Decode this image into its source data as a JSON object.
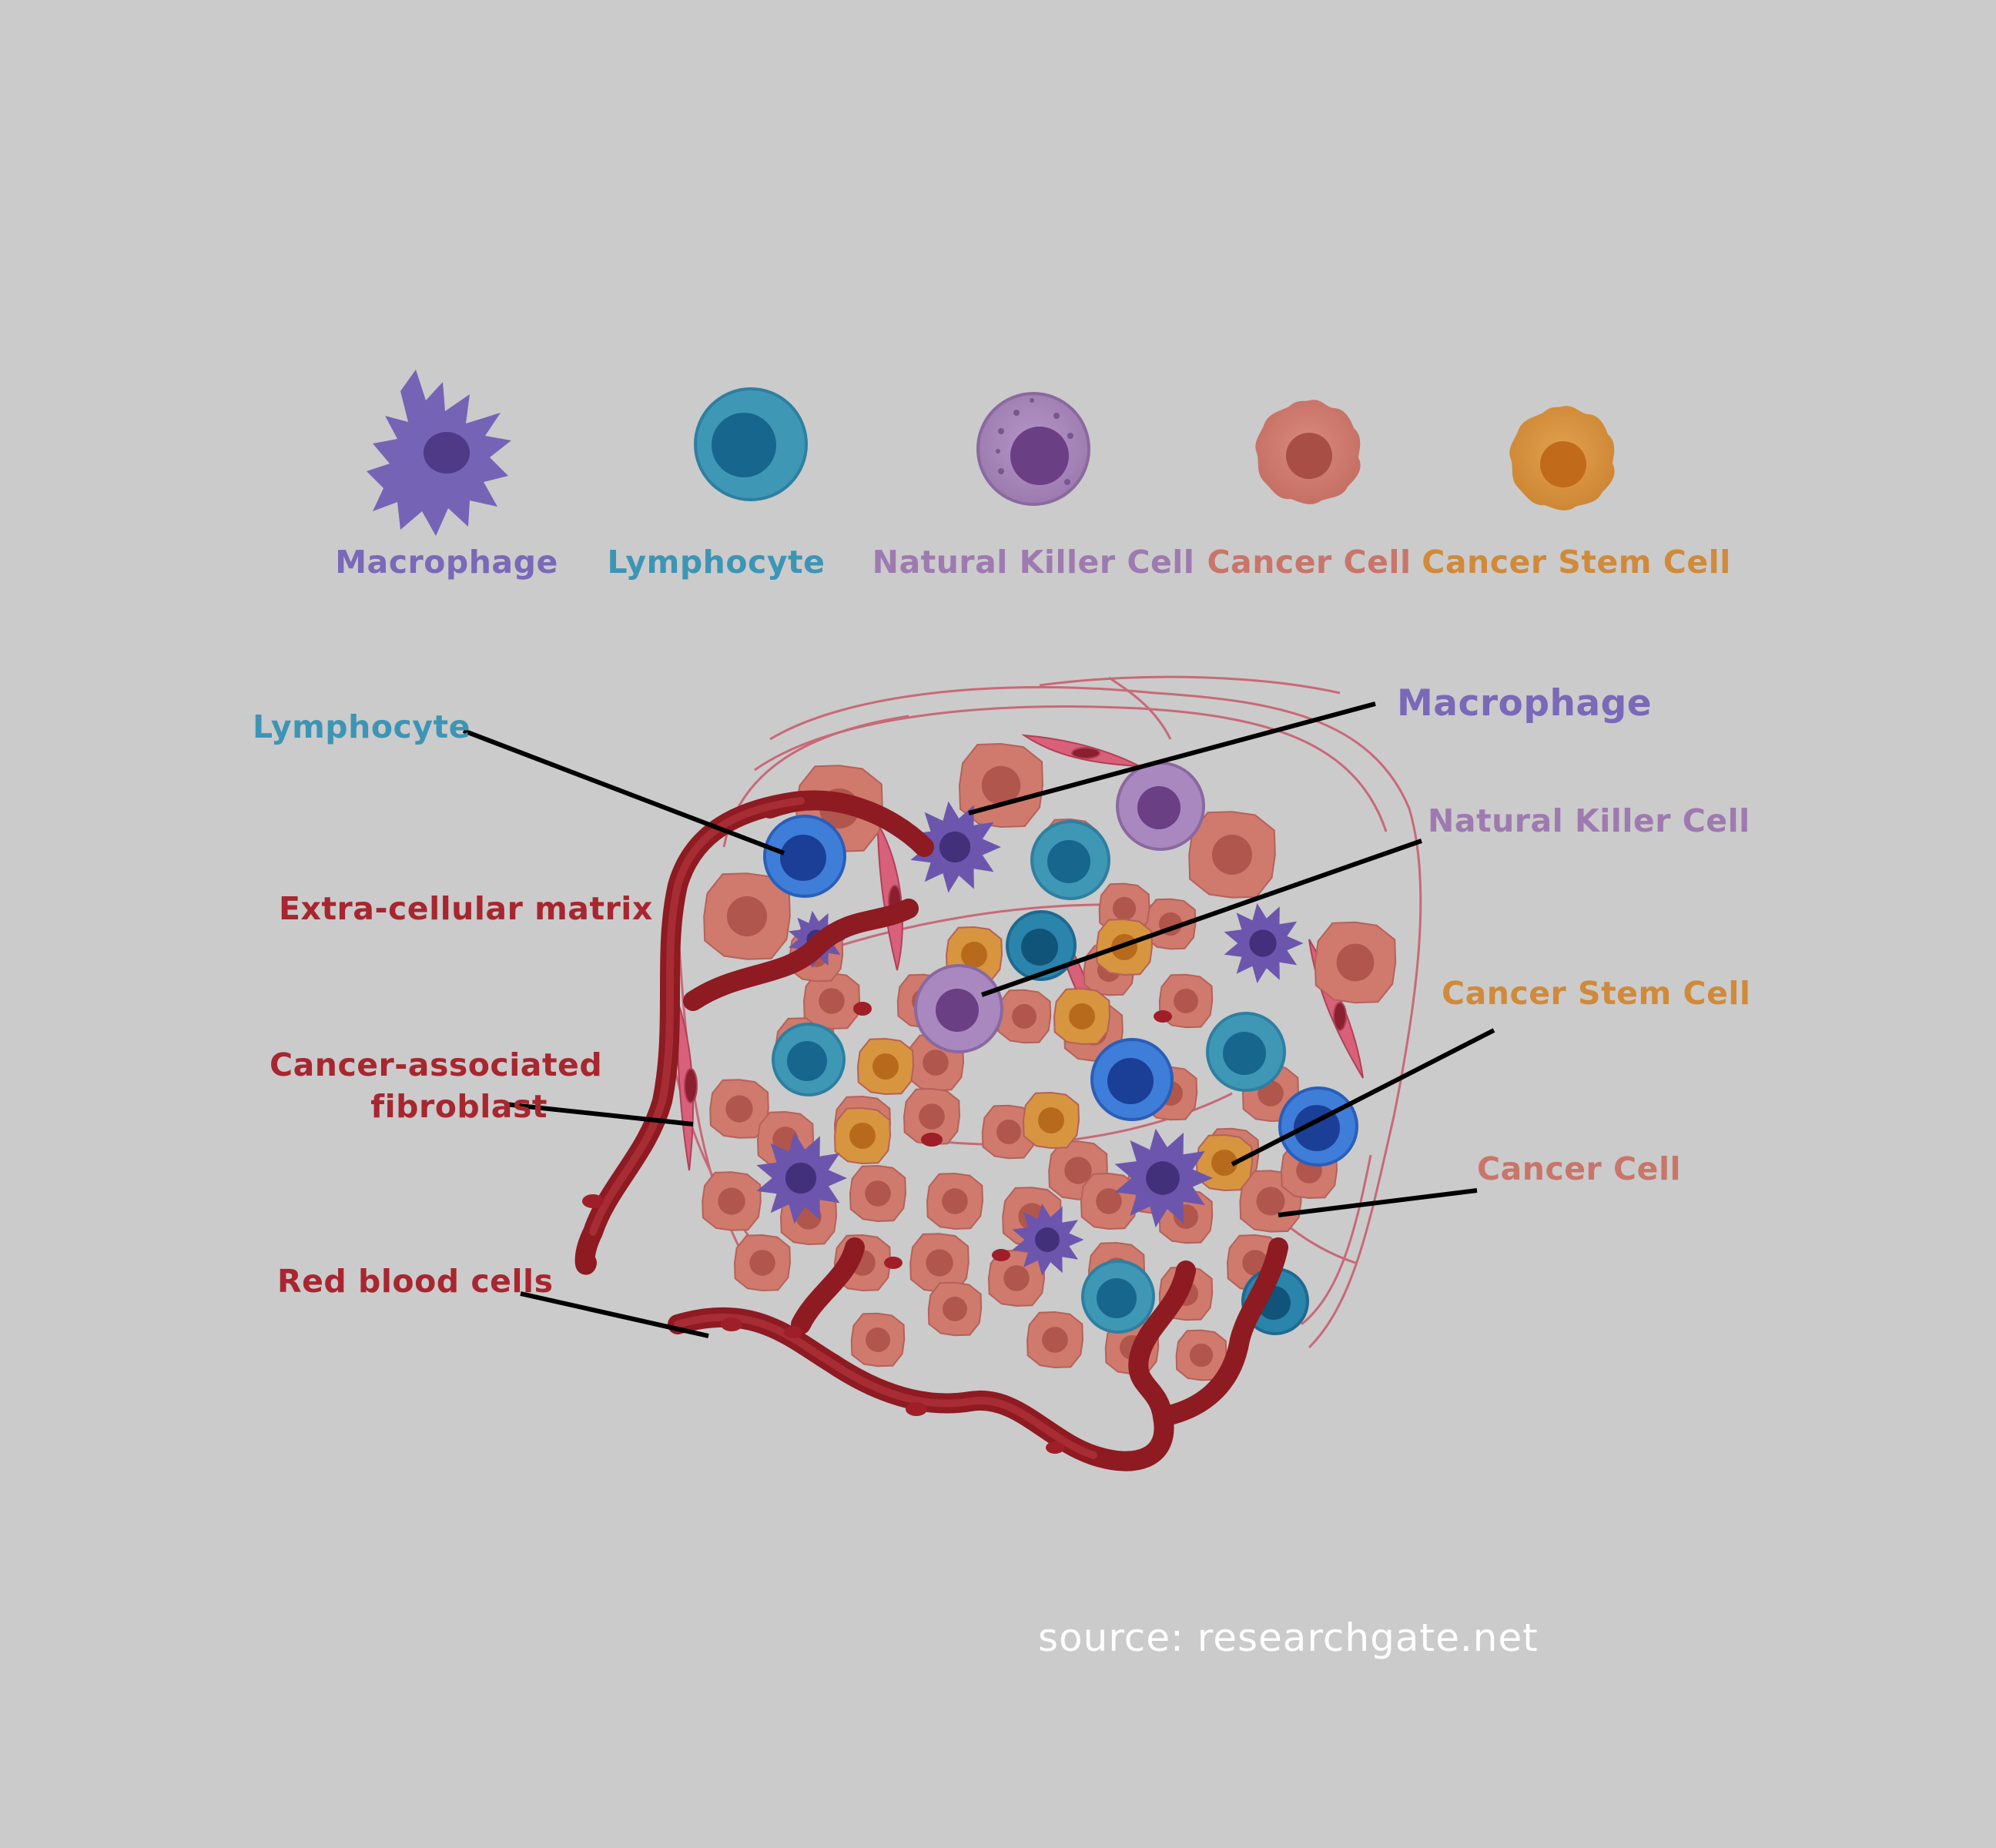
{
  "colors": {
    "background": "#cbcbcb",
    "macrophage": "#7a68b8",
    "lymphocyte": "#3d95b5",
    "nk_cell": "#9e7ab0",
    "cancer_cell": "#c9756a",
    "stem_cell": "#d08a3a",
    "matrix_red": "#a8262f",
    "leader": "#000000",
    "source": "#ffffff"
  },
  "legend": [
    {
      "label": "Macrophage",
      "icon": "macrophage-icon"
    },
    {
      "label": "Lymphocyte",
      "icon": "lymphocyte-icon"
    },
    {
      "label": "Natural Killer Cell",
      "icon": "nk-cell-icon"
    },
    {
      "label": "Cancer Cell",
      "icon": "cancer-cell-icon"
    },
    {
      "label": "Cancer Stem Cell",
      "icon": "cancer-stem-cell-icon"
    }
  ],
  "callouts": {
    "lymphocyte": "Lymphocyte",
    "macrophage": "Macrophage",
    "nk_cell": "Natural Killer Cell",
    "ecm": "Extra-cellular matrix",
    "stem_cell": "Cancer Stem Cell",
    "caf_line1": "Cancer-associated",
    "caf_line2": "fibroblast",
    "cancer_cell": "Cancer Cell",
    "rbc": "Red blood cells"
  },
  "source": "source: researchgate.net"
}
